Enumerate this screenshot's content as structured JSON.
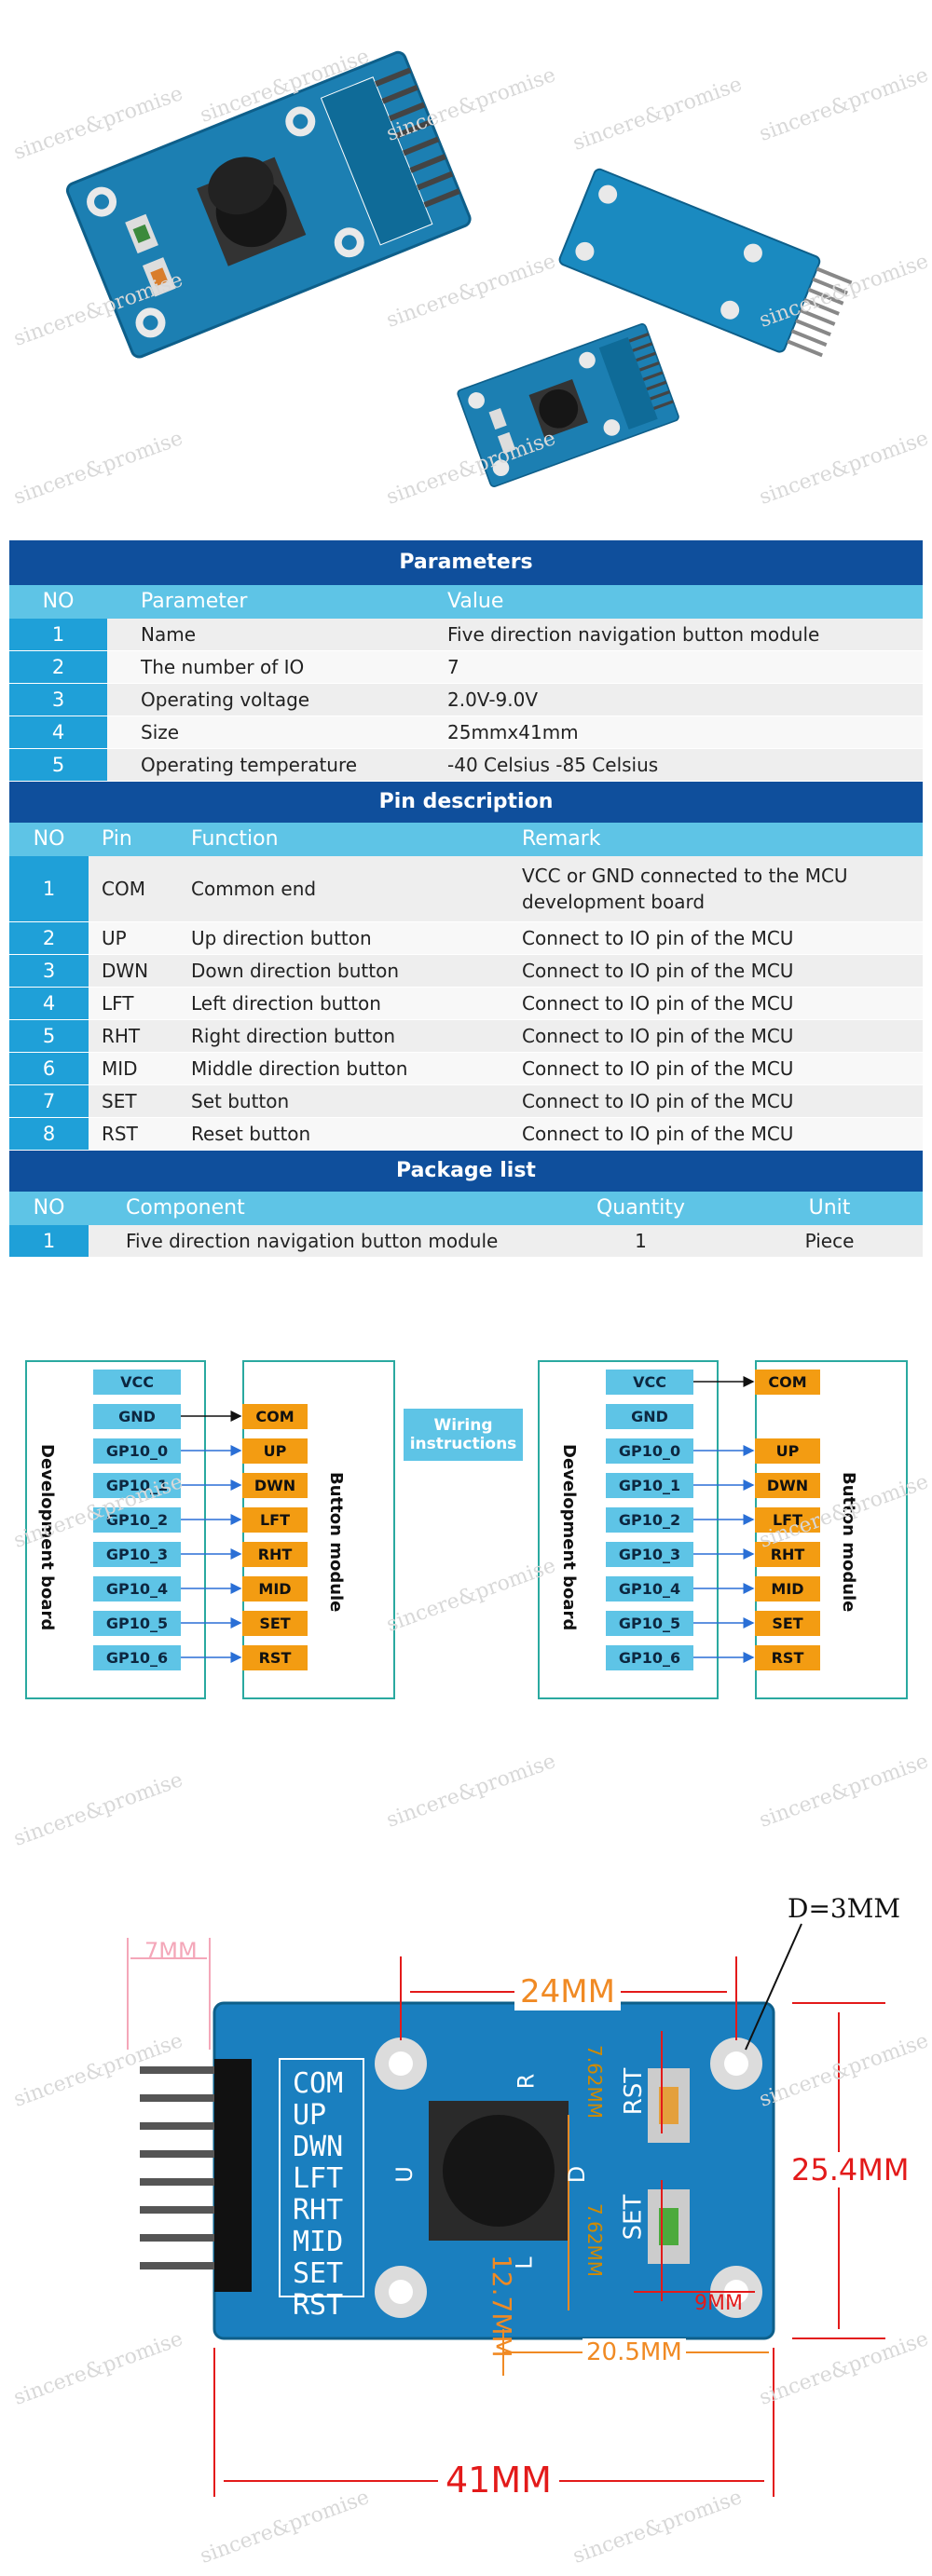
{
  "watermark": "sincere&promise",
  "params": {
    "title": "Parameters",
    "headers": [
      "NO",
      "Parameter",
      "Value"
    ],
    "rows": [
      {
        "no": "1",
        "param": "Name",
        "value": "Five direction navigation button module"
      },
      {
        "no": "2",
        "param": "The number of IO",
        "value": "7"
      },
      {
        "no": "3",
        "param": "Operating voltage",
        "value": "2.0V-9.0V"
      },
      {
        "no": "4",
        "param": "Size",
        "value": "25mmx41mm"
      },
      {
        "no": "5",
        "param": "Operating temperature",
        "value": "-40 Celsius -85 Celsius"
      }
    ]
  },
  "pins": {
    "title": "Pin description",
    "headers": [
      "NO",
      "Pin",
      "Function",
      "Remark"
    ],
    "rows": [
      {
        "no": "1",
        "pin": "COM",
        "func": "Common end",
        "remark": "VCC or GND connected to the MCU development board"
      },
      {
        "no": "2",
        "pin": "UP",
        "func": "Up direction button",
        "remark": "Connect to IO pin of the MCU"
      },
      {
        "no": "3",
        "pin": "DWN",
        "func": "Down direction button",
        "remark": "Connect to IO pin of the MCU"
      },
      {
        "no": "4",
        "pin": "LFT",
        "func": "Left direction button",
        "remark": "Connect to IO pin of the MCU"
      },
      {
        "no": "5",
        "pin": "RHT",
        "func": "Right direction button",
        "remark": "Connect to IO pin of the MCU"
      },
      {
        "no": "6",
        "pin": "MID",
        "func": "Middle direction button",
        "remark": "Connect to IO pin of the MCU"
      },
      {
        "no": "7",
        "pin": "SET",
        "func": "Set button",
        "remark": "Connect to IO pin of the MCU"
      },
      {
        "no": "8",
        "pin": "RST",
        "func": "Reset button",
        "remark": "Connect to IO pin of the MCU"
      }
    ]
  },
  "package": {
    "title": "Package list",
    "headers": [
      "NO",
      "Component",
      "Quantity",
      "Unit"
    ],
    "rows": [
      {
        "no": "1",
        "component": "Five direction navigation button module",
        "qty": "1",
        "unit": "Piece"
      }
    ]
  },
  "wiring": {
    "label": "Wiring instructions",
    "dev_label": "Development board",
    "mod_label": "Button module",
    "dev_pins": [
      "VCC",
      "GND",
      "GP10_0",
      "GP10_1",
      "GP10_2",
      "GP10_3",
      "GP10_4",
      "GP10_5",
      "GP10_6"
    ],
    "mod_pins": [
      "COM",
      "UP",
      "DWN",
      "LFT",
      "RHT",
      "MID",
      "SET",
      "RST"
    ]
  },
  "board": {
    "silk": [
      "SET",
      "RST",
      "D",
      "R",
      "U",
      "L"
    ],
    "pin_labels": [
      "COM",
      "UP",
      "DWN",
      "LFT",
      "RHT",
      "MID",
      "SET",
      "RST"
    ],
    "dims": {
      "d": "D=3MM",
      "w24": "24MM",
      "h254": "25.4MM",
      "w41": "41MM",
      "w205": "20.5MM",
      "m7": "7MM",
      "m9": "9MM",
      "m127": "12.7MM",
      "m762a": "7.62MM",
      "m762b": "7.62MM"
    }
  }
}
